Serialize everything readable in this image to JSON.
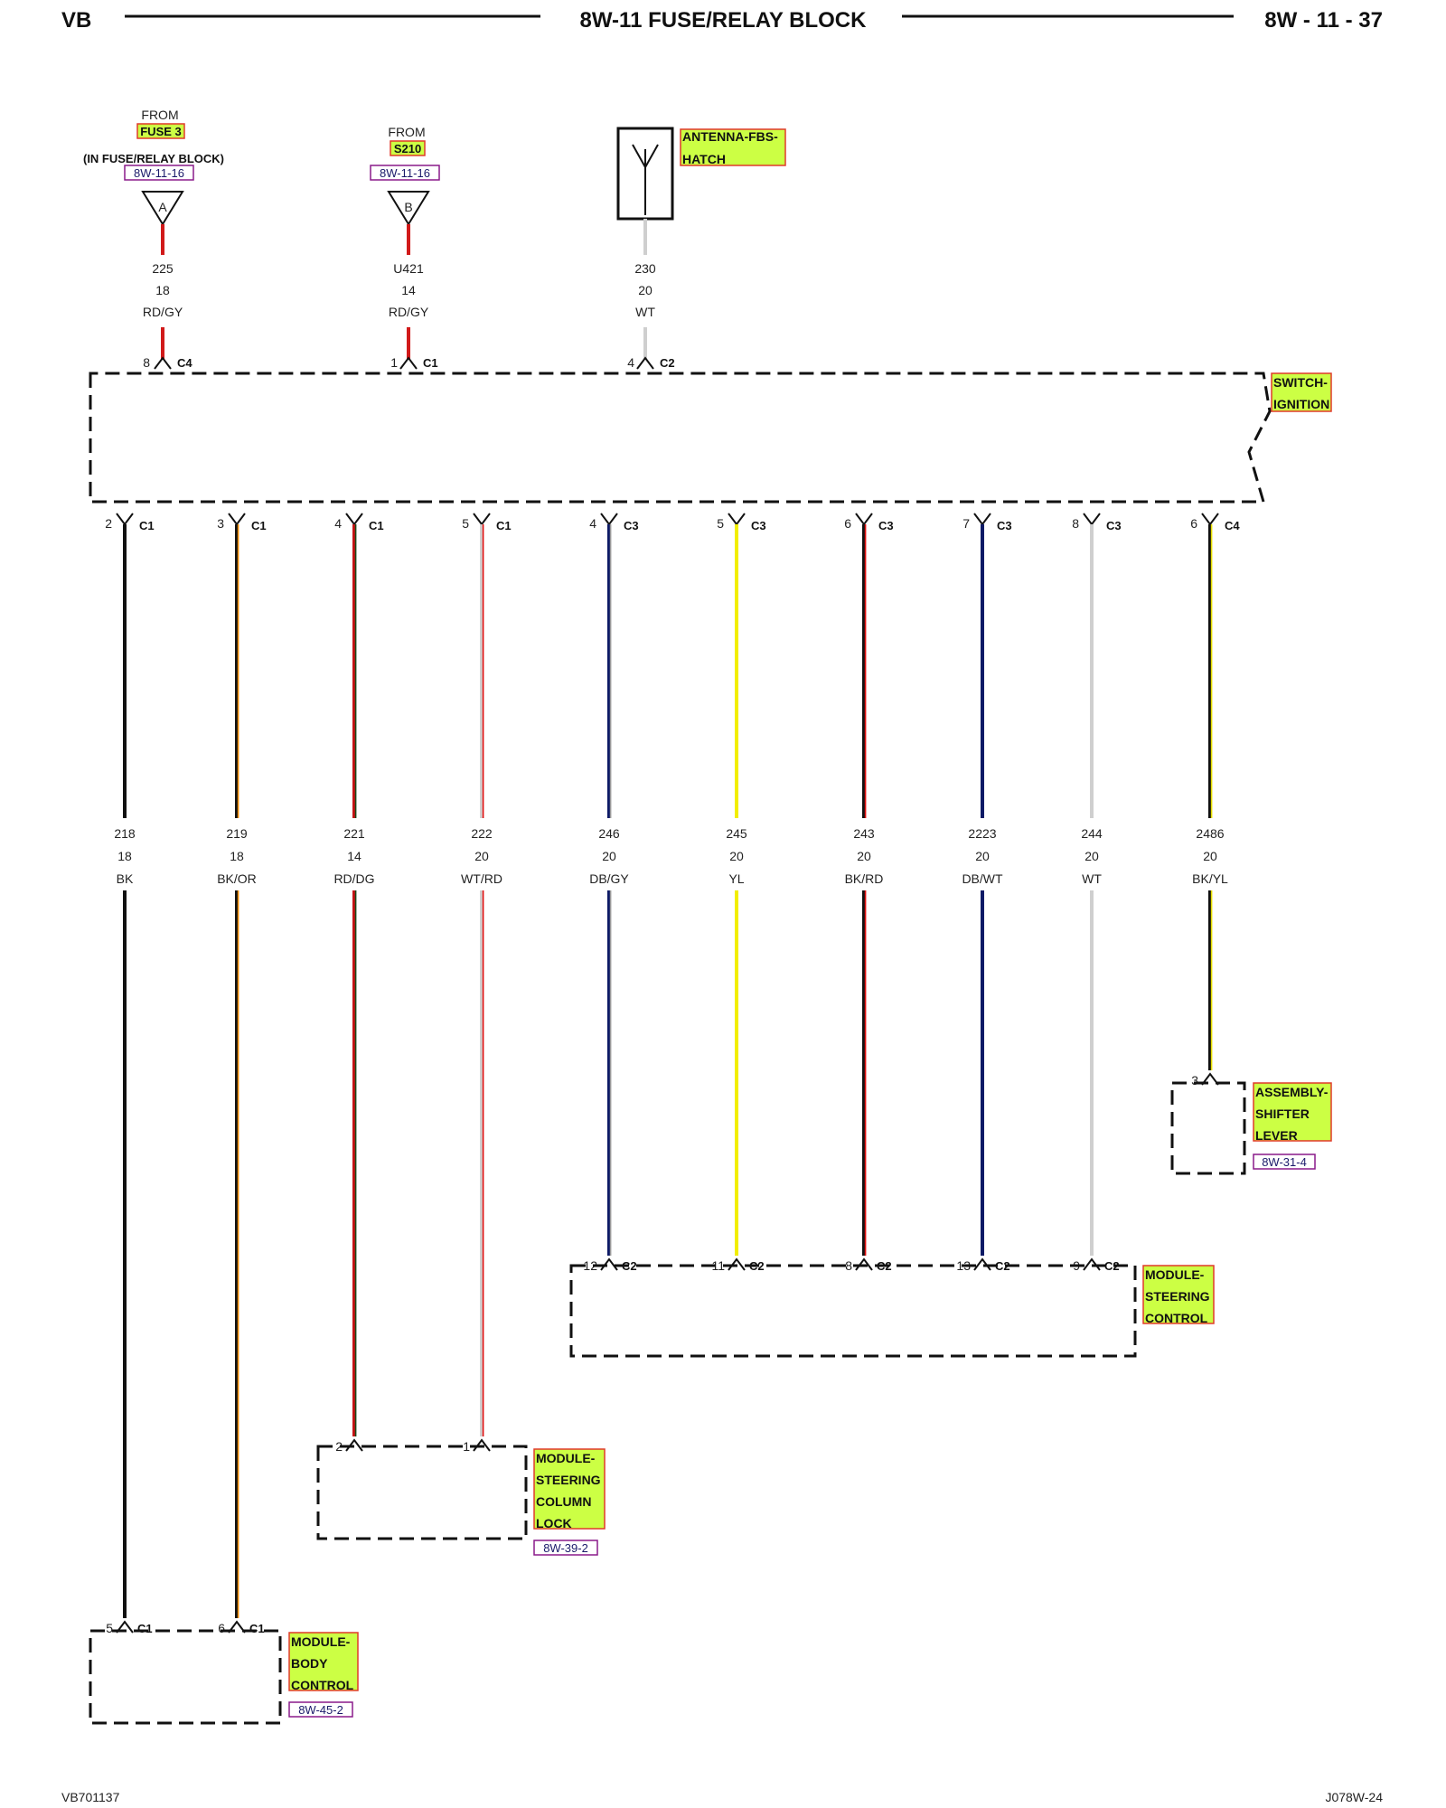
{
  "header": {
    "left": "VB",
    "title": "8W-11 FUSE/RELAY BLOCK",
    "right": "8W - 11 - 37"
  },
  "footer": {
    "left": "VB701137",
    "right": "J078W-24"
  },
  "inputs": [
    {
      "from": "FROM",
      "source": "FUSE 3",
      "source_note": "(IN FUSE/RELAY BLOCK)",
      "ref": "8W-11-16",
      "letter": "A",
      "circuit": "225",
      "gauge": "18",
      "color": "RD/GY",
      "pin": "8",
      "conn": "C4",
      "color_hex": "#d11a1a"
    },
    {
      "from": "FROM",
      "source": "S210",
      "source_note": "",
      "ref": "8W-11-16",
      "letter": "B",
      "circuit": "U421",
      "gauge": "14",
      "color": "RD/GY",
      "pin": "1",
      "conn": "C1",
      "color_hex": "#d11a1a"
    },
    {
      "from": "",
      "source": "",
      "source_note": "",
      "ref": "",
      "letter": "",
      "circuit": "230",
      "gauge": "20",
      "color": "WT",
      "pin": "4",
      "conn": "C2",
      "color_hex": "#cfcfcf"
    }
  ],
  "antenna": {
    "line1": "ANTENNA-FBS-",
    "line2": "HATCH",
    "icon": "antenna-icon"
  },
  "switch": {
    "line1": "SWITCH-",
    "line2": "IGNITION"
  },
  "wires": [
    {
      "pin": "2",
      "conn": "C1",
      "circuit": "218",
      "gauge": "18",
      "color": "BK",
      "main": "#111111",
      "stripe": "#111111",
      "end_pin": "5",
      "end_conn": "C1"
    },
    {
      "pin": "3",
      "conn": "C1",
      "circuit": "219",
      "gauge": "18",
      "color": "BK/OR",
      "main": "#111111",
      "stripe": "#f08a00",
      "end_pin": "6",
      "end_conn": "C1"
    },
    {
      "pin": "4",
      "conn": "C1",
      "circuit": "221",
      "gauge": "14",
      "color": "RD/DG",
      "main": "#c41414",
      "stripe": "#1a4a1a",
      "end_pin": "2",
      "end_conn": ""
    },
    {
      "pin": "5",
      "conn": "C1",
      "circuit": "222",
      "gauge": "20",
      "color": "WT/RD",
      "main": "#d0d0d0",
      "stripe": "#e01010",
      "end_pin": "1",
      "end_conn": ""
    },
    {
      "pin": "4",
      "conn": "C3",
      "circuit": "246",
      "gauge": "20",
      "color": "DB/GY",
      "main": "#0d1a66",
      "stripe": "#9a9a9a",
      "end_pin": "12",
      "end_conn": "C2"
    },
    {
      "pin": "5",
      "conn": "C3",
      "circuit": "245",
      "gauge": "20",
      "color": "YL",
      "main": "#f2ee00",
      "stripe": "#f2ee00",
      "end_pin": "11",
      "end_conn": "C2"
    },
    {
      "pin": "6",
      "conn": "C3",
      "circuit": "243",
      "gauge": "20",
      "color": "BK/RD",
      "main": "#111111",
      "stripe": "#e01010",
      "end_pin": "8",
      "end_conn": "C2"
    },
    {
      "pin": "7",
      "conn": "C3",
      "circuit": "2223",
      "gauge": "20",
      "color": "DB/WT",
      "main": "#0d1a66",
      "stripe": "#0d1a66",
      "end_pin": "13",
      "end_conn": "C2"
    },
    {
      "pin": "8",
      "conn": "C3",
      "circuit": "244",
      "gauge": "20",
      "color": "WT",
      "main": "#cfcfcf",
      "stripe": "#cfcfcf",
      "end_pin": "9",
      "end_conn": "C2"
    },
    {
      "pin": "6",
      "conn": "C4",
      "circuit": "2486",
      "gauge": "20",
      "color": "BK/YL",
      "main": "#111111",
      "stripe": "#e8e000",
      "end_pin": "3",
      "end_conn": ""
    }
  ],
  "components": {
    "shifter": {
      "lines": [
        "ASSEMBLY-",
        "SHIFTER",
        "LEVER"
      ],
      "ref": "8W-31-4"
    },
    "steering_control": {
      "lines": [
        "MODULE-",
        "STEERING",
        "CONTROL"
      ],
      "ref": ""
    },
    "column_lock": {
      "lines": [
        "MODULE-",
        "STEERING",
        "COLUMN",
        "LOCK"
      ],
      "ref": "8W-39-2"
    },
    "body_control": {
      "lines": [
        "MODULE-",
        "BODY",
        "CONTROL"
      ],
      "ref": "8W-45-2"
    }
  },
  "colors": {
    "label_fill": "#ccff44",
    "label_border": "#e03a2a",
    "ref_border": "#8a1a8a",
    "ref_text": "#1a1a6a"
  }
}
